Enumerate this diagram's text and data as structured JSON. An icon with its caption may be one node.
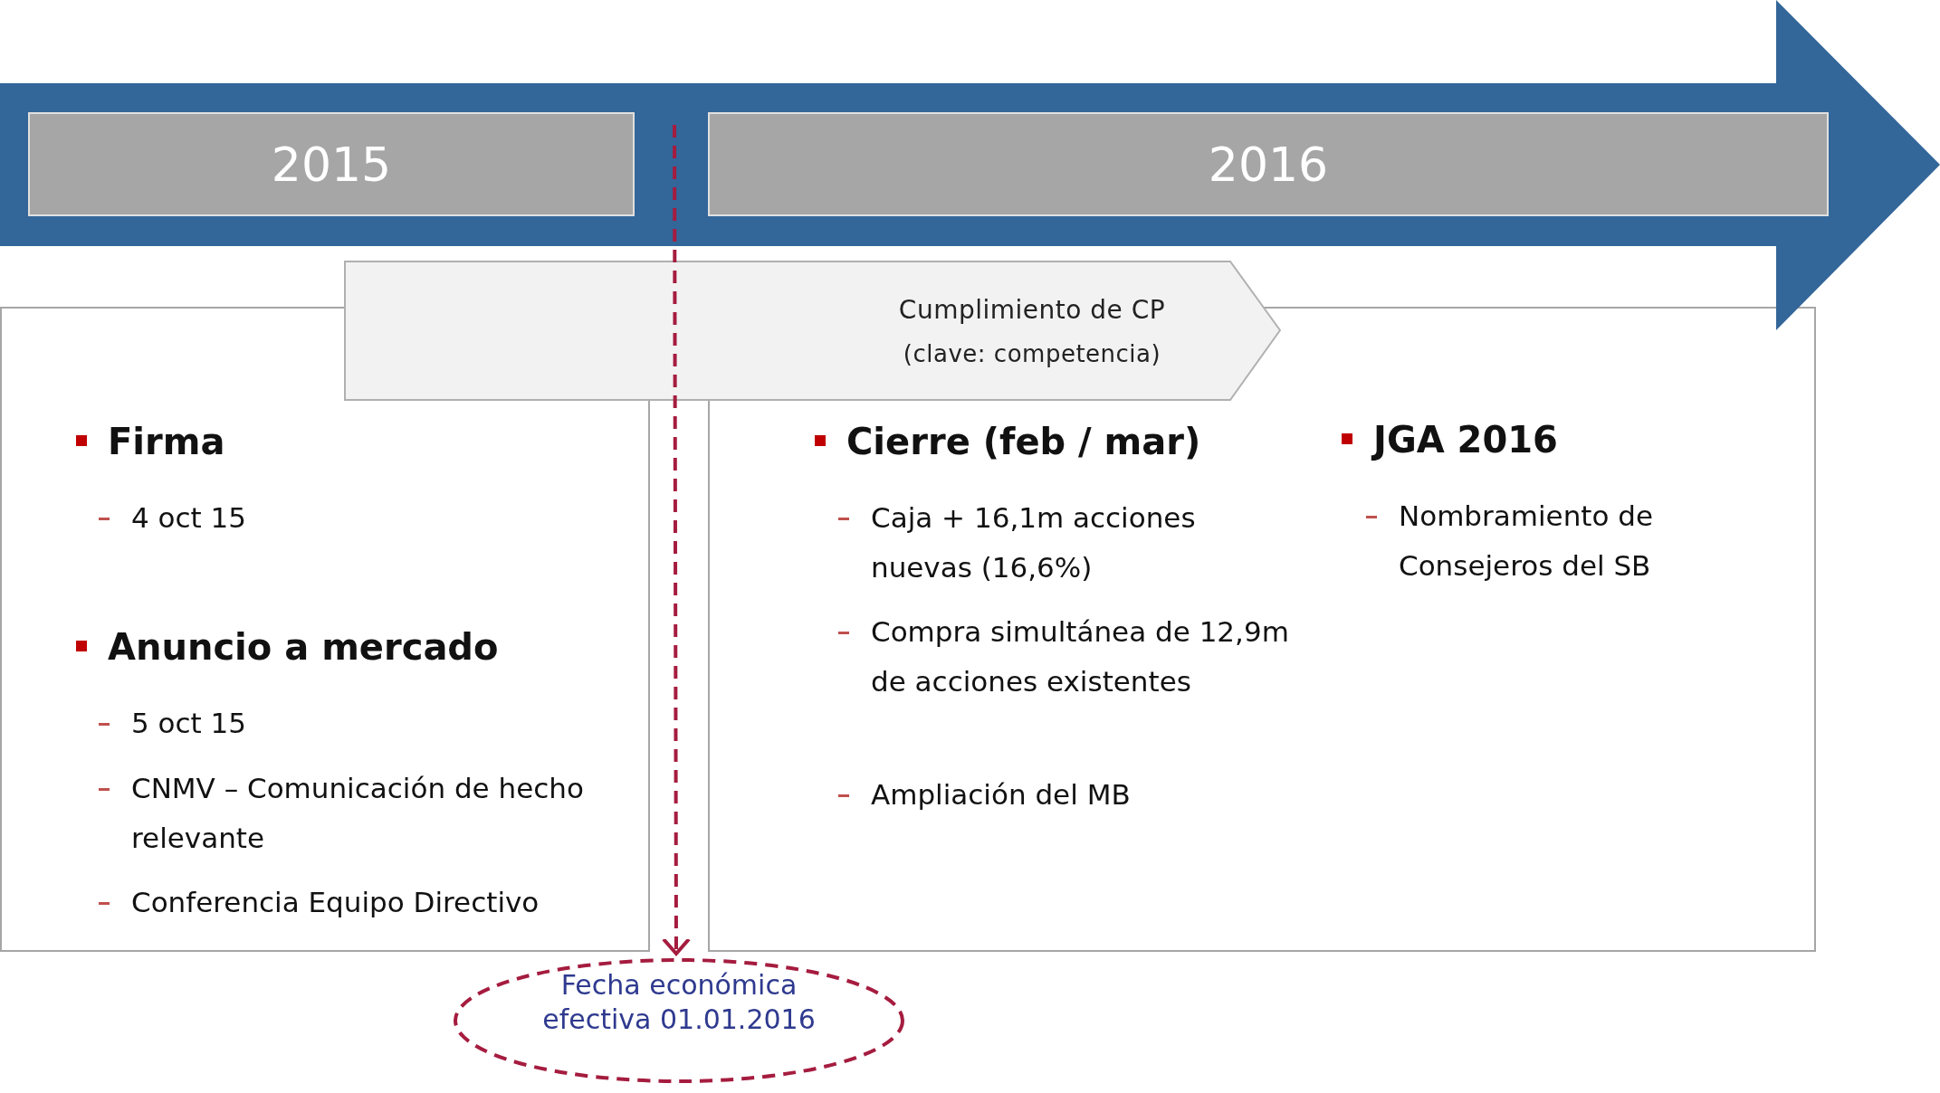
{
  "diagram": {
    "nodes": [
      {
        "text": [],
        "shape": "arrow"
      },
      {
        "text": [
          "2015"
        ],
        "in": 0
      },
      {
        "text": [
          "2016"
        ],
        "in": 0
      },
      {
        "text": [
          "Cumplimiento de CP",
          "(clave: competencia)"
        ]
      },
      {
        "text": [
          "Firma",
          "4 oct 15",
          "Anuncio a mercado",
          "5 oct 15",
          "CNMV – Comunicación de hecho relevante",
          "Conferencia Equipo Directivo"
        ]
      },
      {
        "text": [
          "Cierre (feb / mar)",
          "Caja + 16,1m acciones nuevas (16,6%)",
          "Compra simultánea de 12,9m de acciones existentes",
          "Ampliación del MB",
          "JGA 2016",
          "Nombramiento de Consejeros del SB"
        ]
      },
      {
        "text": [
          "Fecha económica efectiva 01.01.2016"
        ]
      }
    ],
    "edges": [
      {
        "from": null,
        "to": 6,
        "arrow": "to",
        "style": "dashed",
        "color": "#a51c3f"
      }
    ]
  }
}
